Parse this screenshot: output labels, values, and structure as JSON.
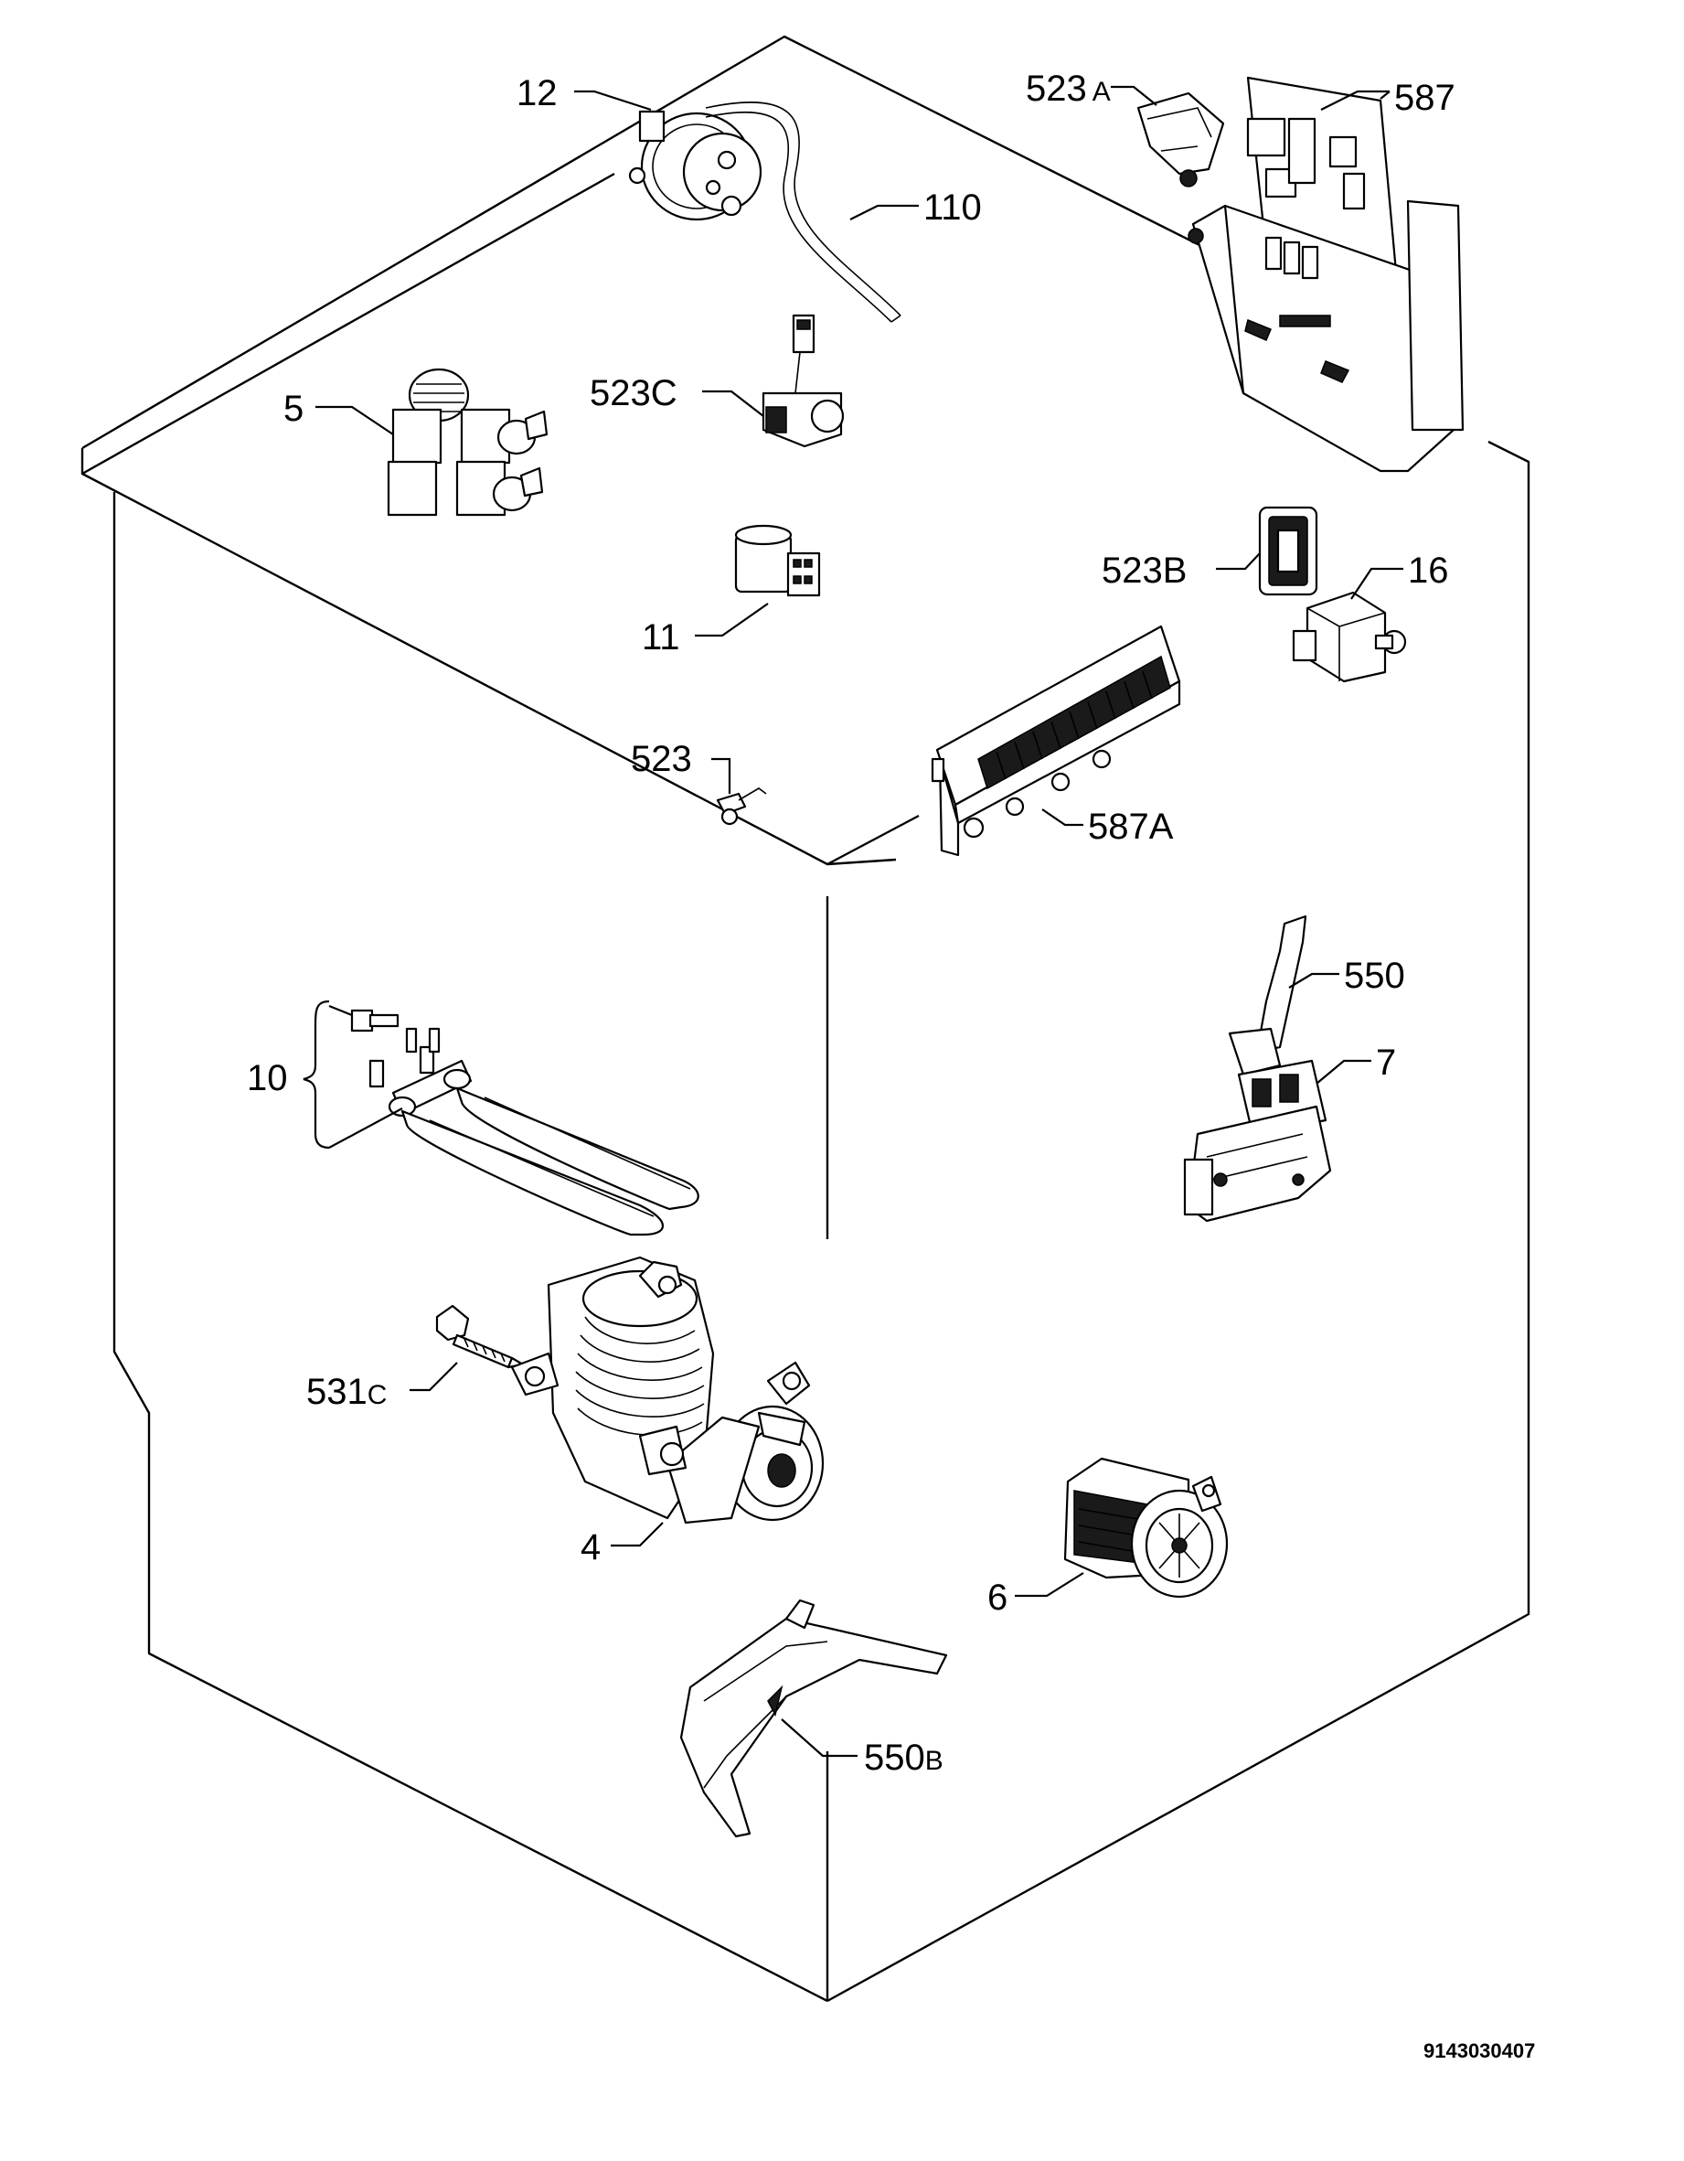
{
  "labels": {
    "p12": "12",
    "p110": "110",
    "p523a": "523",
    "p523a_sfx": "A",
    "p587": "587",
    "p5": "5",
    "p523c": "523C",
    "p11": "11",
    "p523b": "523B",
    "p16": "16",
    "p523": "523",
    "p587a": "587A",
    "p550": "550",
    "p10": "10",
    "p7": "7",
    "p531c": "531",
    "p531c_sfx": "C",
    "p4": "4",
    "p6": "6",
    "p550b": "550",
    "p550b_sfx": "B"
  },
  "document_number": "9143030407"
}
